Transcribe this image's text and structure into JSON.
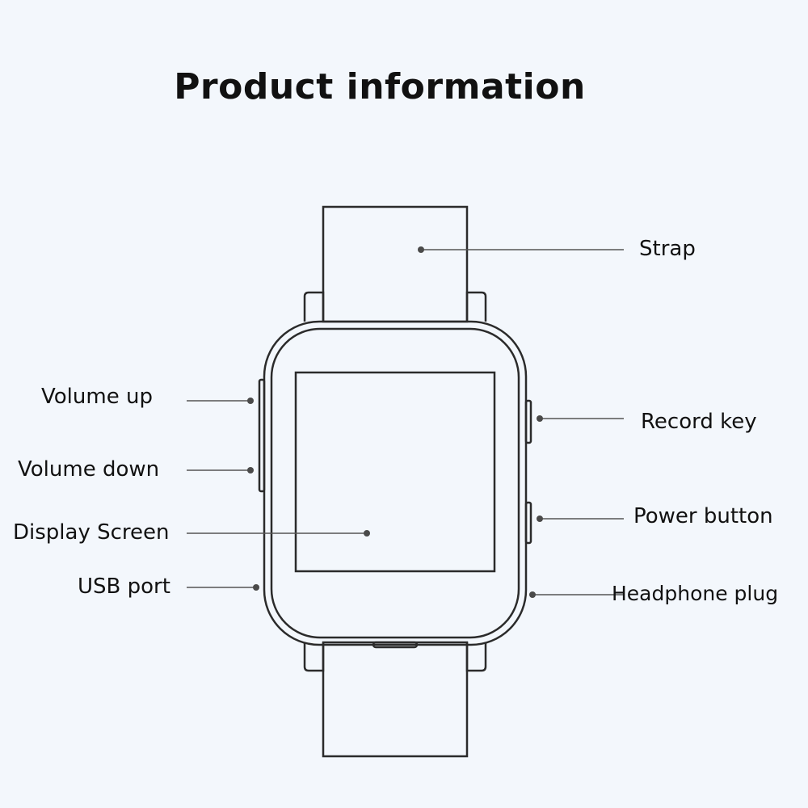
{
  "title": "Product information",
  "colors": {
    "background": "#f3f7fc",
    "outline": "#2b2b2b",
    "leader": "#555555",
    "dot": "#4a4a4a"
  },
  "labels": {
    "strap": "Strap",
    "volume_up": "Volume up",
    "volume_down": "Volume down",
    "display_screen": "Display Screen",
    "usb_port": "USB port",
    "record_key": "Record key",
    "power_button": "Power button",
    "headphone_plug": "Headphone plug"
  }
}
